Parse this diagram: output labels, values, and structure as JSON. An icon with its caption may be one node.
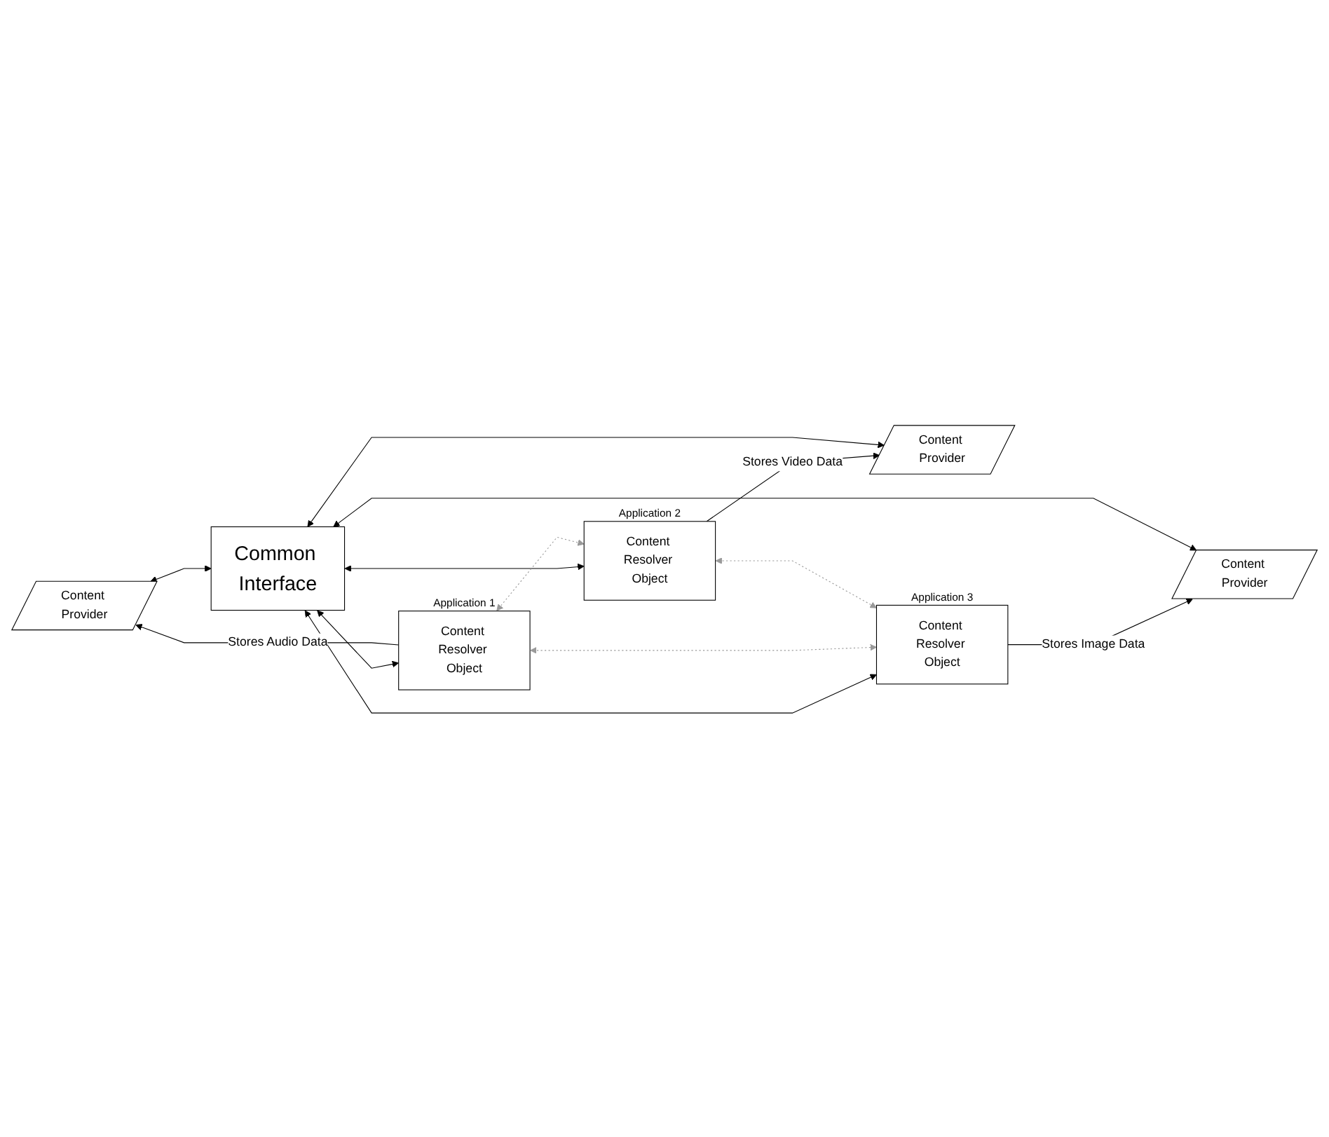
{
  "diagram": {
    "nodes": [
      {
        "text": [
          "Content Provider"
        ]
      },
      {
        "text": [
          "Content Provider"
        ]
      },
      {
        "text": [
          "Content Provider"
        ]
      },
      {
        "text": [
          "Common Interface"
        ]
      },
      {
        "text": [
          "Content Resolver Object"
        ],
        "beside": [
          "Application 1"
        ]
      },
      {
        "text": [
          "Content Resolver Object"
        ],
        "beside": [
          "Application 2"
        ]
      },
      {
        "text": [
          "Content Resolver Object"
        ],
        "beside": [
          "Application 3"
        ]
      }
    ],
    "edges": [
      {
        "from": 0,
        "to": 3,
        "arrow": "both"
      },
      {
        "from": 1,
        "to": 3,
        "arrow": "both"
      },
      {
        "from": 2,
        "to": 3,
        "arrow": "both"
      },
      {
        "from": 3,
        "to": 4,
        "arrow": "both"
      },
      {
        "from": 3,
        "to": 5,
        "arrow": "both"
      },
      {
        "from": 3,
        "to": 6,
        "arrow": "both"
      },
      {
        "from": 4,
        "to": 0,
        "arrow": "to",
        "label": "Stores Audio Data"
      },
      {
        "from": 5,
        "to": 1,
        "arrow": "to",
        "label": "Stores Video Data"
      },
      {
        "from": 6,
        "to": 2,
        "arrow": "to",
        "label": "Stores Image Data"
      },
      {
        "from": 4,
        "to": 5,
        "arrow": "both",
        "style": "dashed",
        "color": "#999999"
      },
      {
        "from": 4,
        "to": 6,
        "arrow": "both",
        "style": "dashed",
        "color": "#999999"
      },
      {
        "from": 5,
        "to": 6,
        "arrow": "both",
        "style": "dashed",
        "color": "#999999"
      }
    ]
  }
}
